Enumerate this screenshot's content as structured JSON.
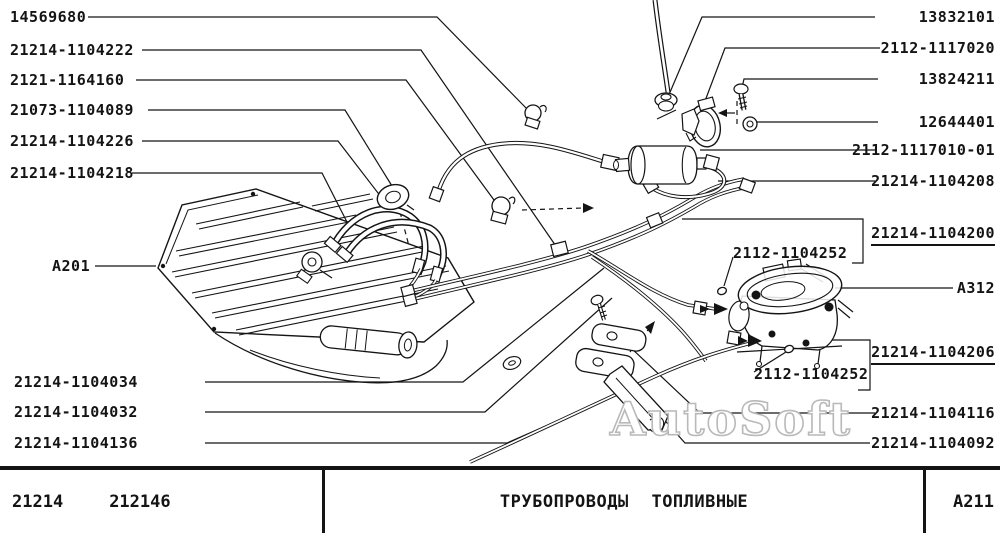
{
  "callouts": {
    "left": [
      {
        "text": "14569680"
      },
      {
        "text": "21214-1104222"
      },
      {
        "text": "2121-1164160"
      },
      {
        "text": "21073-1104089"
      },
      {
        "text": "21214-1104226"
      },
      {
        "text": "21214-1104218"
      },
      {
        "text": "A201"
      },
      {
        "text": "21214-1104034"
      },
      {
        "text": "21214-1104032"
      },
      {
        "text": "21214-1104136"
      }
    ],
    "right": [
      {
        "text": "13832101"
      },
      {
        "text": "2112-1117020"
      },
      {
        "text": "13824211"
      },
      {
        "text": "12644401"
      },
      {
        "text": "2112-1117010-01"
      },
      {
        "text": "21214-1104208"
      },
      {
        "text": "21214-1104200",
        "underlined": true
      },
      {
        "text": "A312"
      },
      {
        "text": "21214-1104206",
        "underlined": true
      },
      {
        "text": "21214-1104116"
      },
      {
        "text": "21214-1104092"
      }
    ],
    "middle": [
      {
        "text": "2112-1104252"
      },
      {
        "text": "2112-1104252"
      }
    ]
  },
  "footer": {
    "model_code": "21214",
    "modification_code": "212146",
    "title": "ТРУБОПРОВОДЫ ТОПЛИВНЫЕ",
    "sheet_code": "A211"
  },
  "watermark": {
    "text": "AutoSoft"
  },
  "colors": {
    "ink": "#141414",
    "watermark_outline": "#b9b9b9",
    "background": "#ffffff"
  },
  "diagram": {
    "parts": [
      "fuel-tank-shield",
      "fuel-tank",
      "fuel-filler-hose",
      "fuel-supply-hoses",
      "grommet",
      "fuel-pipes",
      "fuel-filter",
      "fuel-pump-mount",
      "mount-bolt",
      "washer",
      "carburetor",
      "pipe-bracket",
      "bracket-screw",
      "o-rings",
      "pipe-clamps"
    ]
  }
}
